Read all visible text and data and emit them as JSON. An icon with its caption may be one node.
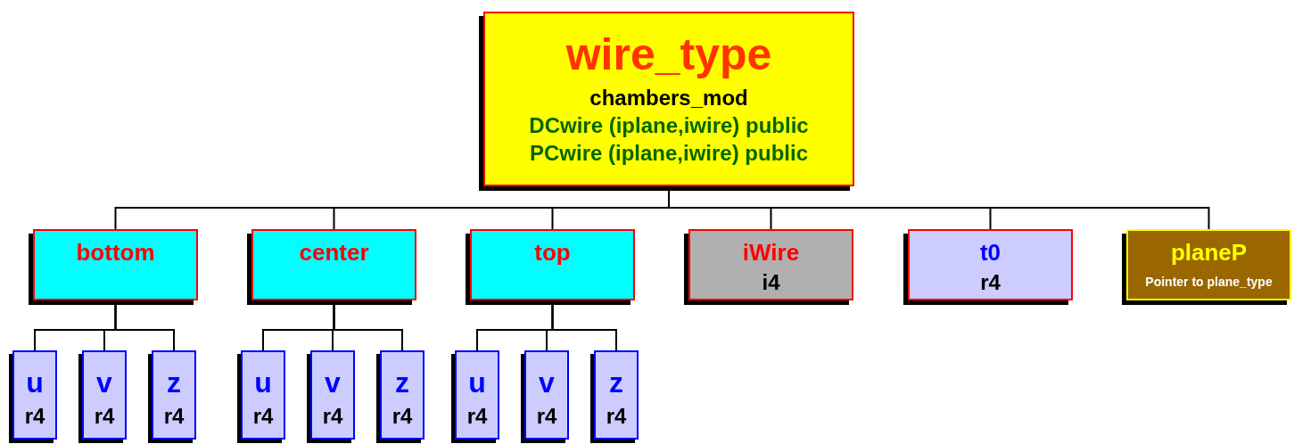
{
  "diagram": {
    "nodes": [
      {
        "text": [
          "wire_type",
          "chambers_mod",
          "DCwire (iplane,iwire) public",
          "PCwire (iplane,iwire) public"
        ]
      },
      {
        "text": [
          "bottom"
        ]
      },
      {
        "text": [
          "center"
        ]
      },
      {
        "text": [
          "top"
        ]
      },
      {
        "text": [
          "iWire",
          "i4"
        ]
      },
      {
        "text": [
          "t0",
          "r4"
        ]
      },
      {
        "text": [
          "planeP",
          "Pointer to plane_type"
        ]
      },
      {
        "text": [
          "u",
          "r4"
        ]
      },
      {
        "text": [
          "v",
          "r4"
        ]
      },
      {
        "text": [
          "z",
          "r4"
        ]
      },
      {
        "text": [
          "u",
          "r4"
        ]
      },
      {
        "text": [
          "v",
          "r4"
        ]
      },
      {
        "text": [
          "z",
          "r4"
        ]
      },
      {
        "text": [
          "u",
          "r4"
        ]
      },
      {
        "text": [
          "v",
          "r4"
        ]
      },
      {
        "text": [
          "z",
          "r4"
        ]
      }
    ],
    "edges": [
      {
        "from": 0,
        "to": 1,
        "arrow": "none"
      },
      {
        "from": 0,
        "to": 2,
        "arrow": "none"
      },
      {
        "from": 0,
        "to": 3,
        "arrow": "none"
      },
      {
        "from": 0,
        "to": 4,
        "arrow": "none"
      },
      {
        "from": 0,
        "to": 5,
        "arrow": "none"
      },
      {
        "from": 0,
        "to": 6,
        "arrow": "none"
      },
      {
        "from": 1,
        "to": 7,
        "arrow": "none"
      },
      {
        "from": 1,
        "to": 8,
        "arrow": "none"
      },
      {
        "from": 1,
        "to": 9,
        "arrow": "none"
      },
      {
        "from": 2,
        "to": 10,
        "arrow": "none"
      },
      {
        "from": 2,
        "to": 11,
        "arrow": "none"
      },
      {
        "from": 2,
        "to": 12,
        "arrow": "none"
      },
      {
        "from": 3,
        "to": 13,
        "arrow": "none"
      },
      {
        "from": 3,
        "to": 14,
        "arrow": "none"
      },
      {
        "from": 3,
        "to": 15,
        "arrow": "none"
      }
    ]
  }
}
